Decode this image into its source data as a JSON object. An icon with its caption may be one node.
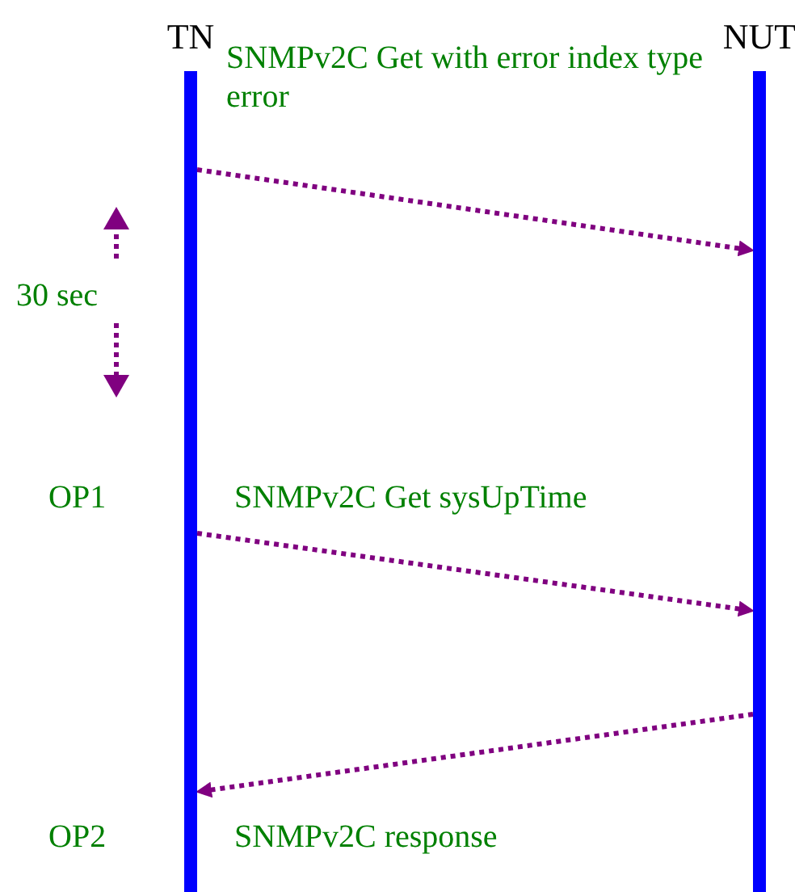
{
  "diagram": {
    "nodes": [
      {
        "text": [
          "TN"
        ]
      },
      {
        "text": [
          "NUT"
        ]
      }
    ],
    "edges": [
      {
        "from": 0,
        "to": 1,
        "arrow": "to",
        "label": "SNMPv2C Get with error index type error",
        "style": "dashed"
      },
      {
        "from": 0,
        "to": 1,
        "arrow": "to",
        "label": "SNMPv2C Get sysUpTime",
        "style": "dashed"
      },
      {
        "from": 1,
        "to": 0,
        "arrow": "to",
        "label": "SNMPv2C response",
        "style": "dashed"
      }
    ],
    "labels": [
      "30 sec",
      "OP1",
      "OP2"
    ]
  }
}
